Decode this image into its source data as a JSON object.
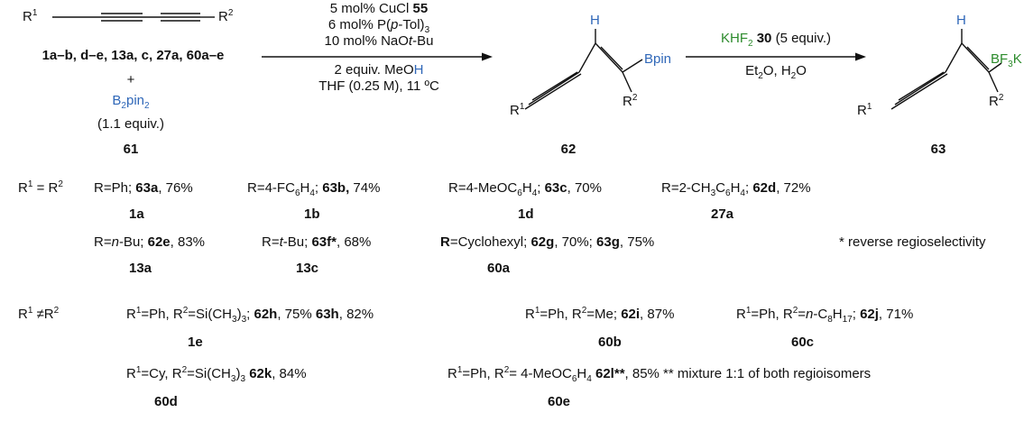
{
  "reaction": {
    "start": {
      "r1": "R",
      "r1_sup": "1",
      "r2": "R",
      "r2_sup": "2",
      "substrates": "1a–b, d–e, 13a, c, 27a, 60a–e",
      "plus": "+",
      "b2pin2_main": "B",
      "b2pin2_sub1": "2",
      "b2pin2_mid": "pin",
      "b2pin2_sub2": "2",
      "equiv": "(1.1 equiv.)",
      "number": "61"
    },
    "step1": {
      "line1_pre": "5 mol% CuCl ",
      "line1_num": "55",
      "line2_pre": "6 mol% P(",
      "line2_ital": "p",
      "line2_post": "-Tol)",
      "line2_sub": "3",
      "line3_pre": "10 mol% NaO",
      "line3_ital": "t",
      "line3_post": "-Bu",
      "line4_pre": "2 equiv. MeO",
      "line4_h": "H",
      "line5": "THF (0.25 M), 11 ºC"
    },
    "intermediate": {
      "h": "H",
      "bpin": "Bpin",
      "r1": "R",
      "r1_sup": "1",
      "r2": "R",
      "r2_sup": "2",
      "number": "62"
    },
    "step2": {
      "line1_pre": "KHF",
      "line1_sub": "2",
      "line1_num": " 30",
      "line1_post": " (5 equiv.)",
      "line2_pre": "Et",
      "line2_sub1": "2",
      "line2_mid": "O, H",
      "line2_sub2": "2",
      "line2_post": "O"
    },
    "product": {
      "h": "H",
      "bf3k_a": "BF",
      "bf3k_sub": "3",
      "bf3k_b": "K",
      "r1": "R",
      "r1_sup": "1",
      "r2": "R",
      "r2_sup": "2",
      "number": "63"
    }
  },
  "table": {
    "eq_label": {
      "r1": "R",
      "s1": "1",
      "eq": " = R",
      "s2": "2"
    },
    "row1": [
      {
        "pre": "R=Ph; ",
        "bold": "63a",
        "post": ", 76%",
        "sub": "1a"
      },
      {
        "pre": "R=4-FC",
        "sub1": "6",
        "mid": "H",
        "sub2": "4",
        "mid2": "; ",
        "bold": "63b,",
        "post": " 74%",
        "sub": "1b"
      },
      {
        "pre": "R=4-MeOC",
        "sub1": "6",
        "mid": "H",
        "sub2": "4",
        "mid2": "; ",
        "bold": "63c",
        "post": ", 70%",
        "sub": "1d"
      },
      {
        "pre": "R=2-CH",
        "sub1": "3",
        "mid": "C",
        "sub2": "6",
        "mid2": "H",
        "sub3": "4",
        "mid3": "; ",
        "bold": "62d",
        "post": ", 72%",
        "sub": "27a"
      }
    ],
    "row2": [
      {
        "pre": "R=",
        "ital": "n",
        "pre2": "-Bu; ",
        "bold": "62e",
        "post": ", 83%",
        "sub": "13a"
      },
      {
        "pre": "R=",
        "ital": "t",
        "pre2": "-Bu; ",
        "bold": "63f*",
        "post": ", 68%",
        "sub": "13c"
      },
      {
        "bold_r": "R",
        "pre": "=Cyclohexyl;  ",
        "bold": "62g",
        "post": ", 70%; ",
        "bold2": "63g",
        "post2": ", 75%",
        "sub": "60a"
      }
    ],
    "footnote1": "* reverse regioselectivity",
    "neq_label": {
      "r1": "R",
      "s1": "1",
      "neq": " ≠R",
      "s2": "2"
    },
    "row3": [
      {
        "p1": "R",
        "s1": "1",
        "p2": "=Ph, R",
        "s2": "2",
        "p3": "=Si(CH",
        "s3": "3",
        "p4": ")",
        "s4": "3",
        "p5": "; ",
        "bold": "62h",
        "post": ", 75% ",
        "bold2": "63h",
        "post2": ", 82%",
        "sub": "1e"
      },
      {
        "p1": "R",
        "s1": "1",
        "p2": "=Ph, R",
        "s2": "2",
        "p3": "=Me; ",
        "bold": "62i",
        "post": ", 87%",
        "sub": "60b"
      },
      {
        "p1": "R",
        "s1": "1",
        "p2": "=Ph, R",
        "s2": "2",
        "p3": "=",
        "ital": "n",
        "p4": "-C",
        "s3": "8",
        "p5": "H",
        "s4": "17",
        "p6": "; ",
        "bold": "62j",
        "post": ", 71%",
        "sub": "60c"
      }
    ],
    "row4": [
      {
        "p1": "R",
        "s1": "1",
        "p2": "=Cy, R",
        "s2": "2",
        "p3": "=Si(CH",
        "s3": "3",
        "p4": ")",
        "s4": "3",
        "p5": " ",
        "bold": "62k",
        "post": ", 84%",
        "sub": "60d"
      },
      {
        "p1": "R",
        "s1": "1",
        "p2": "=Ph, R",
        "s2": "2",
        "p3": "= 4-MeOC",
        "s3": "6",
        "p4": "H",
        "s4": "4",
        "p5": " ",
        "bold": "62l**",
        "post": ", 85% ** mixture 1:1 of both regioisomers",
        "sub": "60e"
      }
    ]
  }
}
